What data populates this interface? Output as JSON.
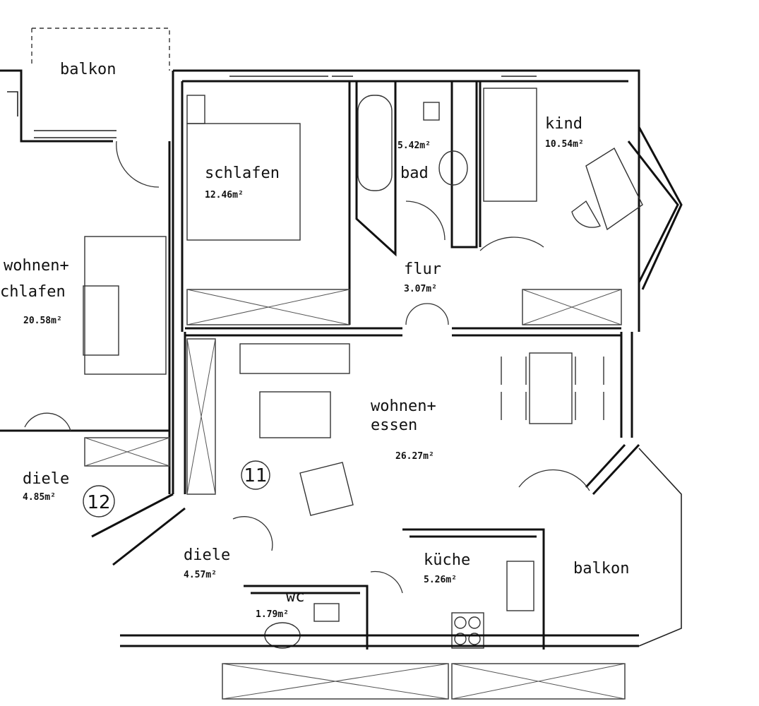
{
  "rooms": {
    "balkon_top": {
      "name": "balkon"
    },
    "schlafen": {
      "name": "schlafen",
      "area": "12.46m²"
    },
    "bad": {
      "name": "bad",
      "area": "5.42m²"
    },
    "kind": {
      "name": "kind",
      "area": "10.54m²"
    },
    "flur": {
      "name": "flur",
      "area": "3.07m²"
    },
    "wohnen_schlafen": {
      "name1": "wohnen+",
      "name2": "chlafen",
      "area": "20.58m²"
    },
    "wohnen_essen": {
      "name1": "wohnen+",
      "name2": "essen",
      "area": "26.27m²"
    },
    "diele_left": {
      "name": "diele",
      "area": "4.85m²"
    },
    "diele_mid": {
      "name": "diele",
      "area": "4.57m²"
    },
    "kueche": {
      "name": "küche",
      "area": "5.26m²"
    },
    "balkon_right": {
      "name": "balkon"
    },
    "wc": {
      "name": "wc",
      "area": "1.79m²"
    }
  },
  "units": {
    "unit_11": "11",
    "unit_12": "12"
  }
}
